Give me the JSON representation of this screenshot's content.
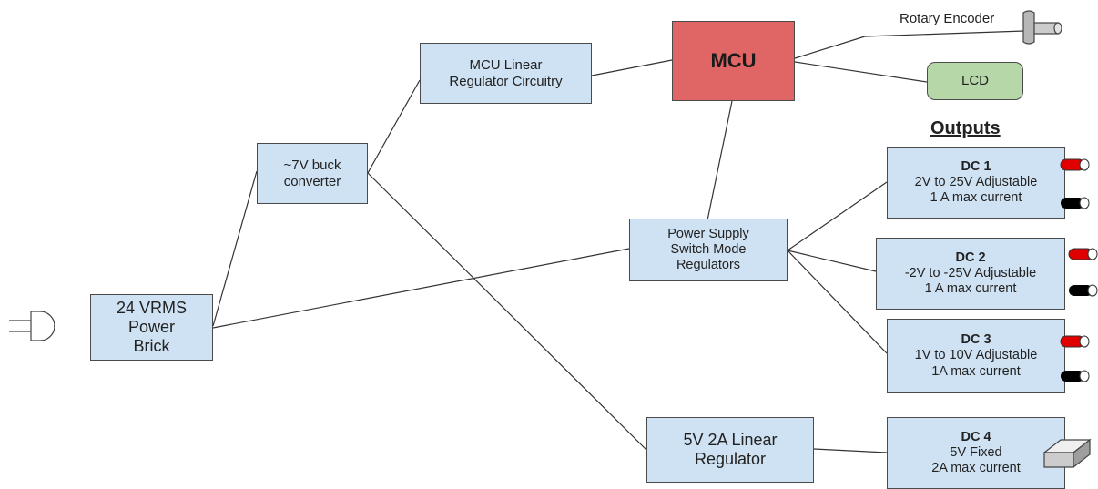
{
  "blocks": {
    "power_brick": [
      "24 VRMS",
      "Power",
      "Brick"
    ],
    "buck": [
      "~7V buck",
      "converter"
    ],
    "mcu_reg": [
      "MCU Linear",
      "Regulator Circuitry"
    ],
    "mcu": "MCU",
    "lcd": "LCD",
    "rotary": "Rotary Encoder",
    "psu": [
      "Power Supply",
      "Switch Mode",
      "Regulators"
    ],
    "lin5v": [
      "5V 2A Linear",
      "Regulator"
    ]
  },
  "outputs_heading": "Outputs",
  "outputs": [
    {
      "title": "DC 1",
      "lines": [
        "2V to 25V Adjustable",
        "1 A max current"
      ]
    },
    {
      "title": "DC 2",
      "lines": [
        "-2V to -25V Adjustable",
        "1 A max current"
      ]
    },
    {
      "title": "DC 3",
      "lines": [
        "1V to 10V Adjustable",
        "1A max current"
      ]
    },
    {
      "title": "DC 4",
      "lines": [
        "5V Fixed",
        "2A max current"
      ]
    }
  ],
  "colors": {
    "block": "#cfe2f3",
    "mcu": "#e06666",
    "lcd": "#b6d7a8",
    "probe_positive": "#e00000",
    "probe_negative": "#000000",
    "line": "#333333"
  },
  "icons": [
    "power-plug-icon",
    "rotary-encoder-knob-icon",
    "red-probe-icon",
    "black-probe-icon",
    "usb-port-icon"
  ]
}
